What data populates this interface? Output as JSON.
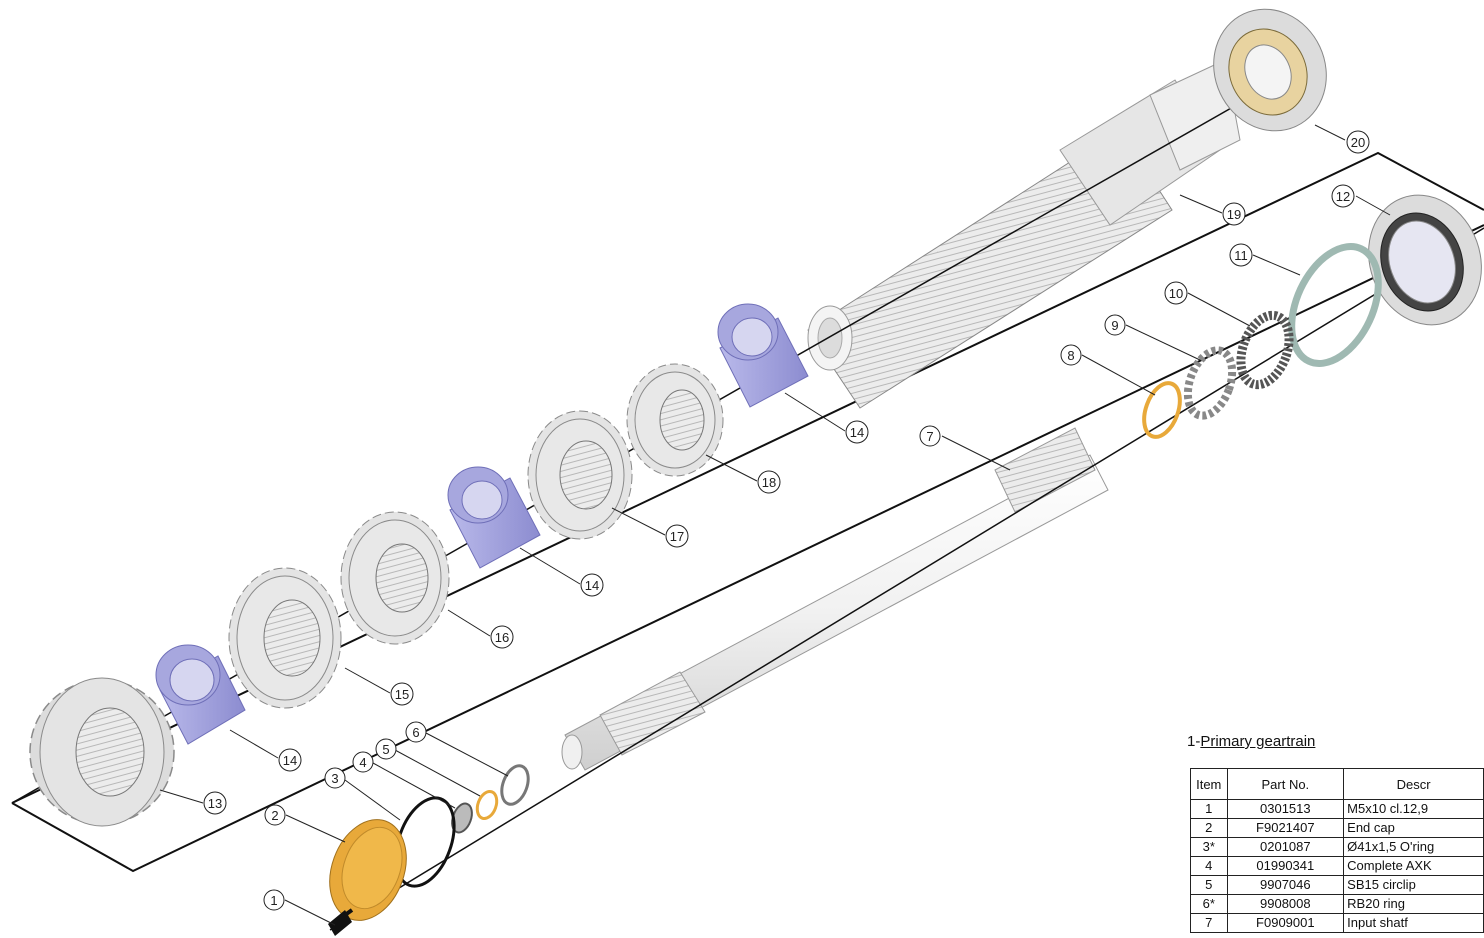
{
  "table": {
    "title_prefix": "1-",
    "title_text": "Primary geartrain",
    "headers": {
      "item": "Item",
      "part_no": "Part No.",
      "description": "Descr"
    },
    "rows": [
      {
        "item": "1",
        "part_no": "0301513",
        "description": "M5x10 cl.12,9"
      },
      {
        "item": "2",
        "part_no": "F9021407",
        "description": "End cap"
      },
      {
        "item": "3*",
        "part_no": "0201087",
        "description": "Ø41x1,5 O'ring"
      },
      {
        "item": "4",
        "part_no": "01990341",
        "description": "Complete AXK"
      },
      {
        "item": "5",
        "part_no": "9907046",
        "description": "SB15 circlip"
      },
      {
        "item": "6*",
        "part_no": "9908008",
        "description": "RB20 ring"
      },
      {
        "item": "7",
        "part_no": "F0909001",
        "description": "Input shatf"
      }
    ]
  },
  "callouts": [
    "1",
    "2",
    "3",
    "4",
    "5",
    "6",
    "7",
    "8",
    "9",
    "10",
    "11",
    "12",
    "13",
    "14",
    "14",
    "14",
    "14",
    "15",
    "16",
    "17",
    "18",
    "19",
    "20"
  ],
  "colors": {
    "gear": "#e2e2e2",
    "gear_stroke": "#8a8a8a",
    "spacer": "#9a9ad8",
    "spacer_dark": "#6f6fb8",
    "brass": "#e8a93a",
    "oring": "#111111",
    "seal": "#9fb9b2",
    "needle": "#555555",
    "bearing_rollers": "#e8d3a0"
  }
}
